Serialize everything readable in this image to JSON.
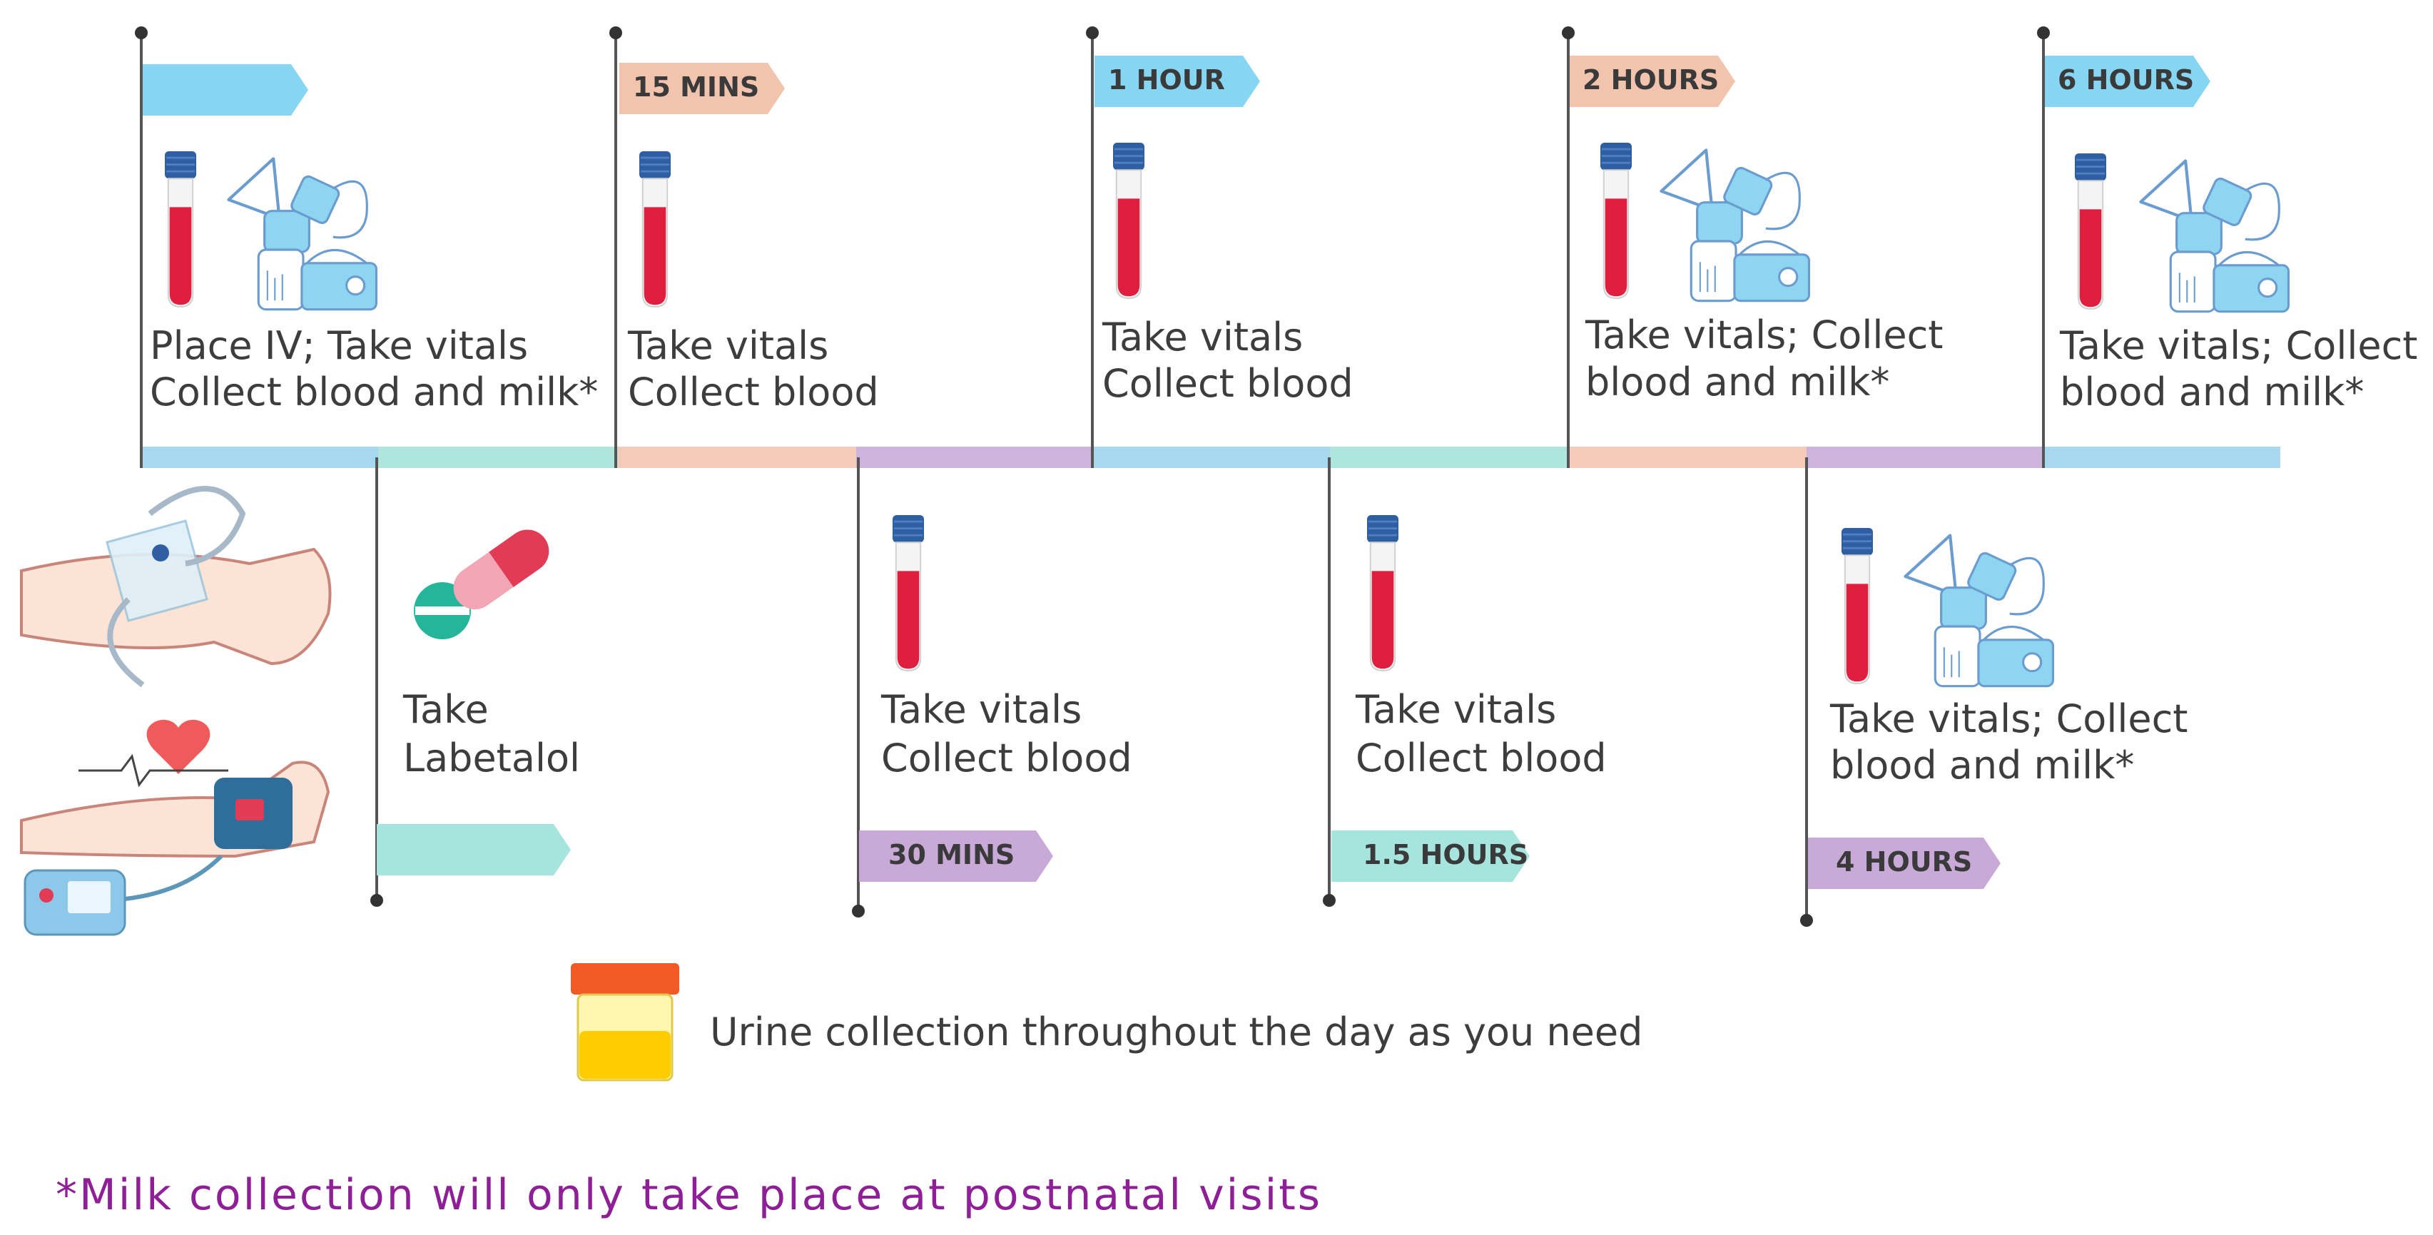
{
  "colors": {
    "blue": "#a8d8ef",
    "mint": "#aee6de",
    "peach": "#f4cbb9",
    "lavender": "#cdb4dd",
    "tag_blue": "#86d6f3",
    "tag_mint": "#a6e5de",
    "tag_peach": "#f2c3ad",
    "tag_lavender": "#c9a9d8",
    "blood": "#e01e3e",
    "cap": "#2e5fa3",
    "footnote": "#8e1f96"
  },
  "timeline": {
    "steps": [
      {
        "time_label": "",
        "line1": "Place IV; Take vitals",
        "line2": "Collect blood and milk*",
        "has_pump": true
      },
      {
        "time_label": "15 MINS",
        "line1": "Take vitals",
        "line2": "Collect blood",
        "has_pump": false
      },
      {
        "time_label": "1 HOUR",
        "line1": "Take vitals",
        "line2": "Collect blood",
        "has_pump": false
      },
      {
        "time_label": "2 HOURS",
        "line1": "Take vitals; Collect",
        "line2": "blood and milk*",
        "has_pump": true
      },
      {
        "time_label": "6 HOURS",
        "line1": "Take vitals; Collect",
        "line2": "blood and milk*",
        "has_pump": true
      }
    ],
    "lower_steps": [
      {
        "time_label": "",
        "line1": "Take",
        "line2": "Labetalol"
      },
      {
        "time_label": "30 MINS",
        "line1": "Take vitals",
        "line2": "Collect blood"
      },
      {
        "time_label": "1.5 HOURS",
        "line1": "Take vitals",
        "line2": "Collect blood"
      },
      {
        "time_label": "4 HOURS",
        "line1": "Take vitals; Collect",
        "line2": "blood and milk*"
      }
    ]
  },
  "urine_text": "Urine collection throughout the day as you need",
  "footnote": "*Milk collection will only take place at postnatal visits"
}
